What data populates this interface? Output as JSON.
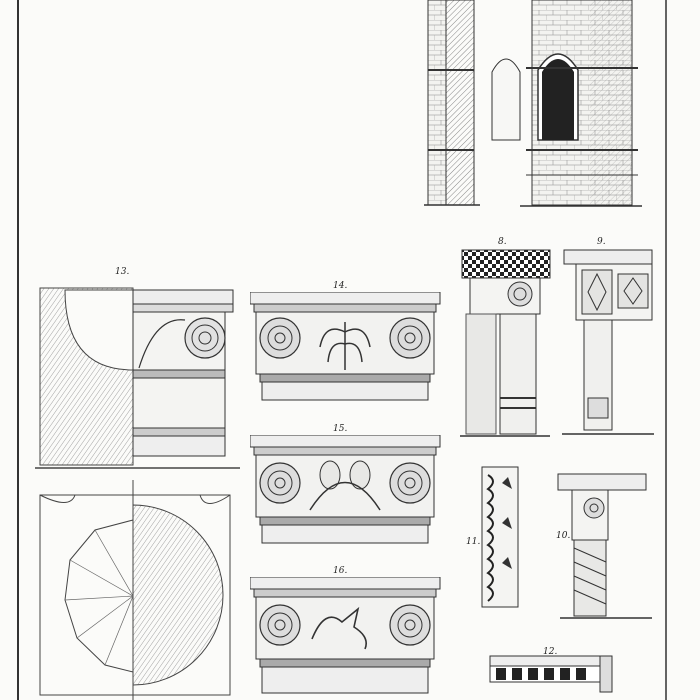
{
  "colors": {
    "paper": "#fbfbf9",
    "ink": "#2a2a2a",
    "hatch": "#8a8a8a",
    "shade": "#cfcfcf"
  },
  "figures": [
    {
      "id": "8",
      "label": "8."
    },
    {
      "id": "9",
      "label": "9."
    },
    {
      "id": "10",
      "label": "10."
    },
    {
      "id": "11",
      "label": "11."
    },
    {
      "id": "12",
      "label": "12."
    },
    {
      "id": "13",
      "label": "13."
    },
    {
      "id": "14",
      "label": "14."
    },
    {
      "id": "15",
      "label": "15."
    },
    {
      "id": "16",
      "label": "16."
    }
  ]
}
